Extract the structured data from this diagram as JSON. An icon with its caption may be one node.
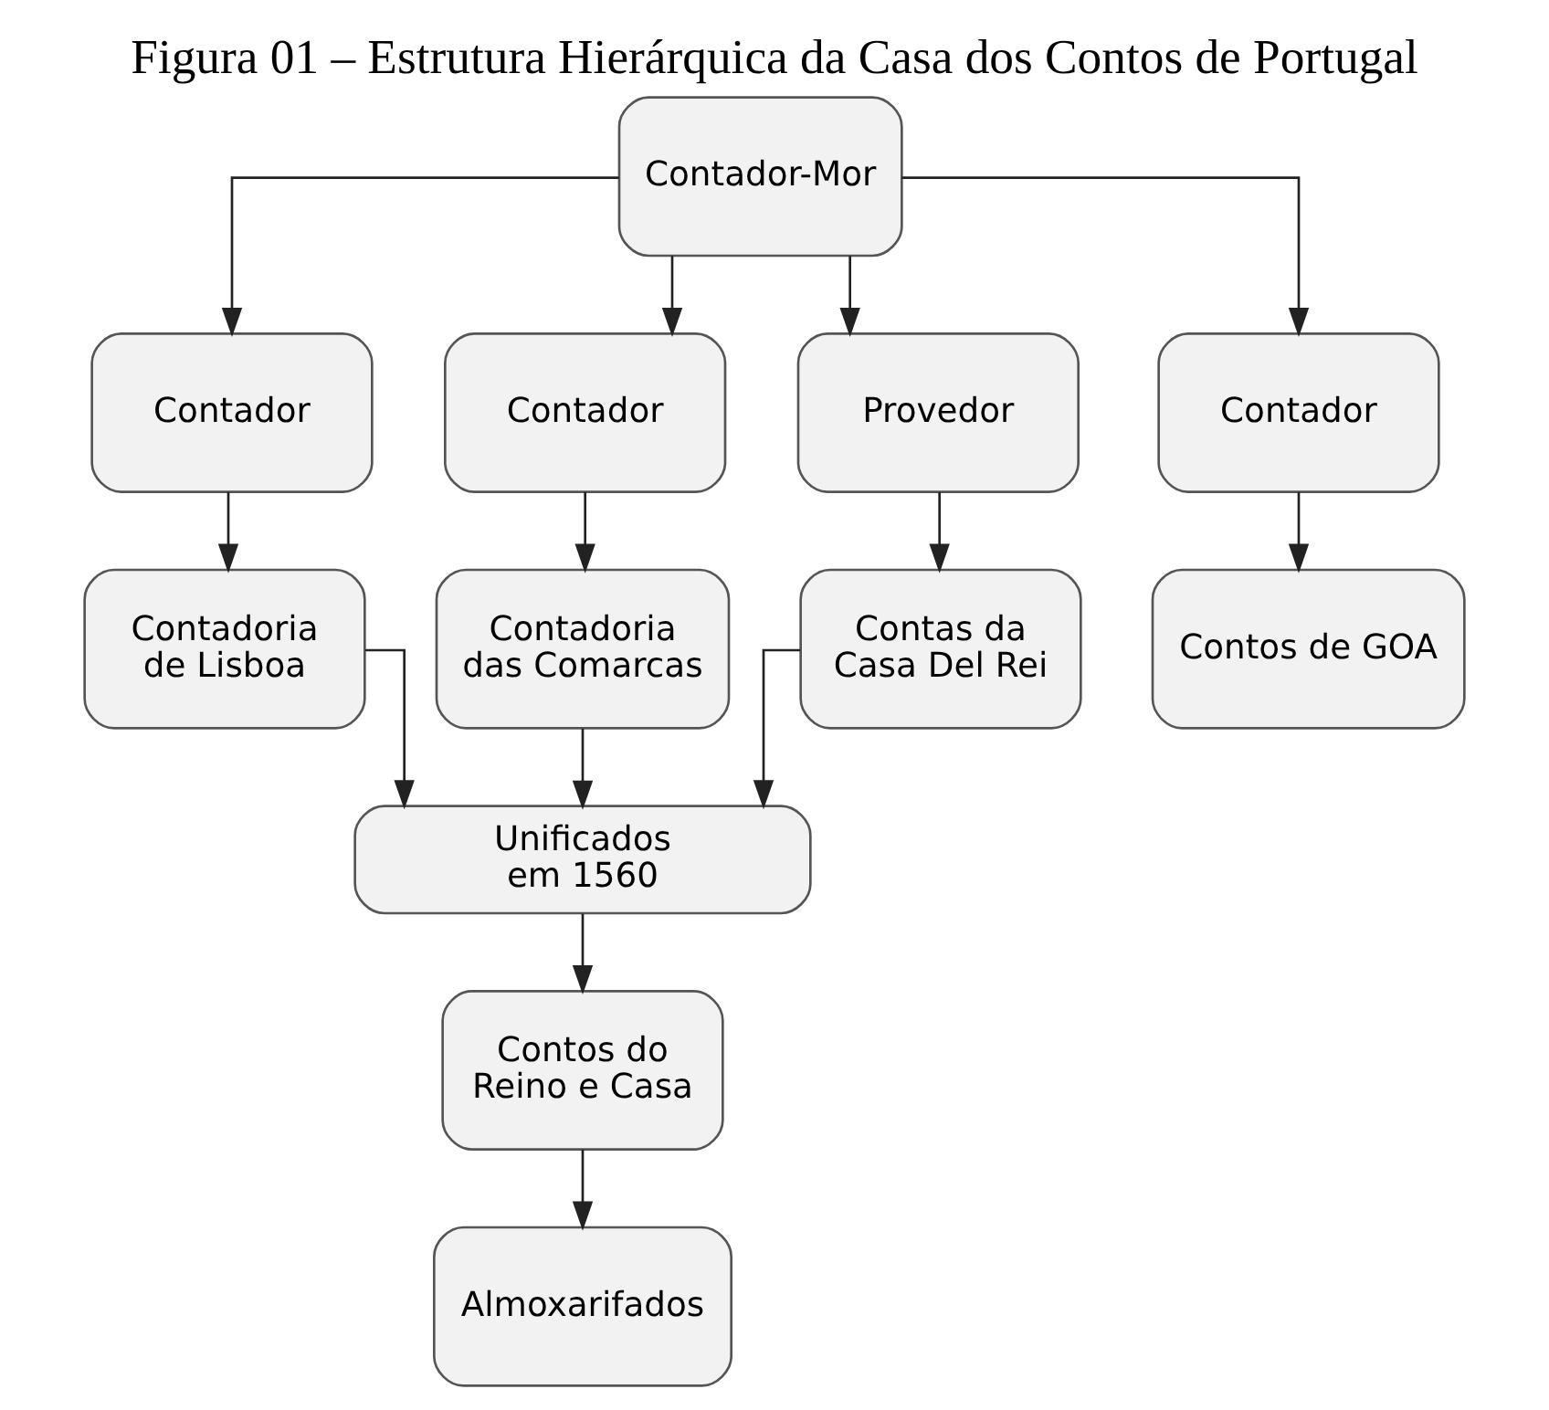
{
  "diagram": {
    "title": "Figura 01 – Estrutura Hierárquica da Casa dos Contos de Portugal",
    "nodes": [
      {
        "text": [
          "Contador-Mor"
        ]
      },
      {
        "text": [
          "Contador"
        ]
      },
      {
        "text": [
          "Contador"
        ]
      },
      {
        "text": [
          "Provedor"
        ]
      },
      {
        "text": [
          "Contador"
        ]
      },
      {
        "text": [
          "Contadoria de Lisboa"
        ]
      },
      {
        "text": [
          "Contadoria das Comarcas"
        ]
      },
      {
        "text": [
          "Contas da Casa Del Rei"
        ]
      },
      {
        "text": [
          "Contos de GOA"
        ]
      },
      {
        "text": [
          "Unificados em 1560"
        ]
      },
      {
        "text": [
          "Contos do Reino e Casa"
        ]
      },
      {
        "text": [
          "Almoxarifados"
        ]
      }
    ],
    "edges": [
      {
        "from": 0,
        "to": 1,
        "arrow": "to"
      },
      {
        "from": 0,
        "to": 2,
        "arrow": "to"
      },
      {
        "from": 0,
        "to": 3,
        "arrow": "to"
      },
      {
        "from": 0,
        "to": 4,
        "arrow": "to"
      },
      {
        "from": 1,
        "to": 5,
        "arrow": "to"
      },
      {
        "from": 2,
        "to": 6,
        "arrow": "to"
      },
      {
        "from": 3,
        "to": 7,
        "arrow": "to"
      },
      {
        "from": 4,
        "to": 8,
        "arrow": "to"
      },
      {
        "from": 5,
        "to": 9,
        "arrow": "to"
      },
      {
        "from": 6,
        "to": 9,
        "arrow": "to"
      },
      {
        "from": 7,
        "to": 9,
        "arrow": "to"
      },
      {
        "from": 9,
        "to": 10,
        "arrow": "to"
      },
      {
        "from": 10,
        "to": 11,
        "arrow": "to"
      }
    ]
  }
}
